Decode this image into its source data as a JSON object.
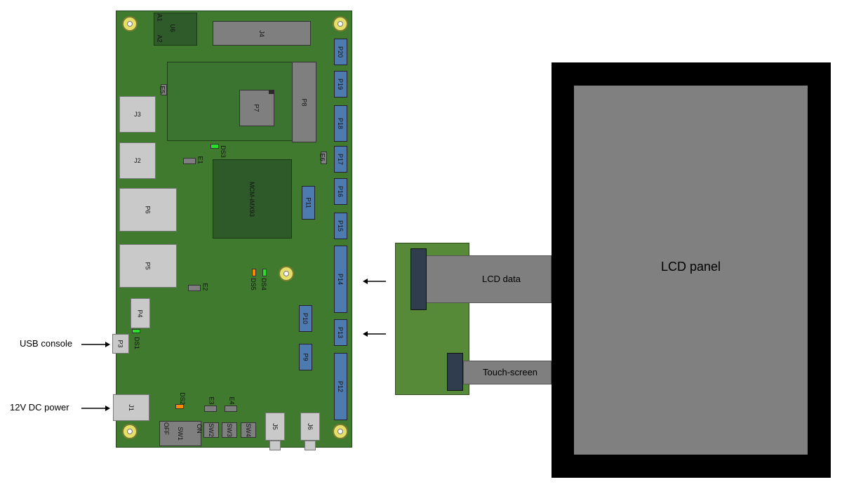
{
  "components": {
    "u6": "U6",
    "u6_a1": "A1",
    "u6_a2": "A2",
    "j4": "J4",
    "p20": "P20",
    "p19": "P19",
    "p18": "P18",
    "p17": "P17",
    "p16": "P16",
    "p15": "P15",
    "p14": "P14",
    "p13": "P13",
    "p12": "P12",
    "p11": "P11",
    "p10": "P10",
    "p9": "P9",
    "p8": "P8",
    "p7": "P7",
    "e5": "E5",
    "e6": "E6",
    "e1": "E1",
    "e2": "E2",
    "e3": "E3",
    "e4": "E4",
    "ds3": "DS3",
    "ds4": "DS4",
    "ds5": "DS5",
    "ds1": "DS1",
    "ds2": "DS2",
    "j3": "J3",
    "j2": "J2",
    "p6": "P6",
    "p5": "P5",
    "p4": "P4",
    "p3": "P3",
    "j1": "J1",
    "mcm": "MCM-iMX93",
    "sw1": "SW1",
    "sw1_off": "OFF",
    "sw1_on": "ON",
    "sw2": "SW2",
    "sw3": "SW3",
    "sw4": "SW4",
    "j5": "J5",
    "j6": "J6"
  },
  "labels": {
    "usb_console": "USB console",
    "dc_power": "12V DC power",
    "lcd_data": "LCD data",
    "touch_screen": "Touch-screen",
    "lcd_panel": "LCD panel"
  },
  "colors": {
    "board": "#3f7a2e",
    "adapter": "#568a38",
    "component": "#7f7f7f",
    "header": "#4d7bb0",
    "led_green": "#29e029",
    "led_orange": "#ff8a00",
    "panel": "#808080"
  }
}
